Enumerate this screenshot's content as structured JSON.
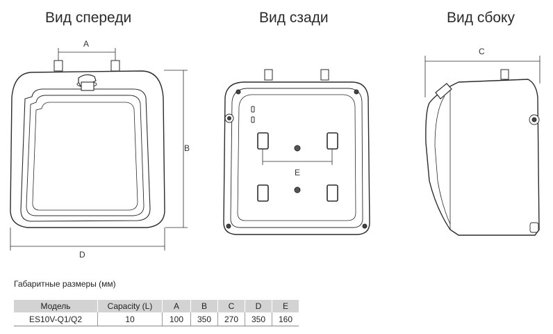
{
  "views": {
    "front_title": "Вид спереди",
    "back_title": "Вид сзади",
    "side_title": "Вид сбоку"
  },
  "dimension_labels": {
    "a": "A",
    "b": "B",
    "c": "C",
    "d": "D",
    "e": "E"
  },
  "table": {
    "caption": "Габаритные размеры (мм)",
    "headers": [
      "Модель",
      "Capacity (L)",
      "A",
      "B",
      "C",
      "D",
      "E"
    ],
    "rows": [
      [
        "ES10V-Q1/Q2",
        "10",
        "100",
        "350",
        "270",
        "350",
        "160"
      ]
    ]
  }
}
